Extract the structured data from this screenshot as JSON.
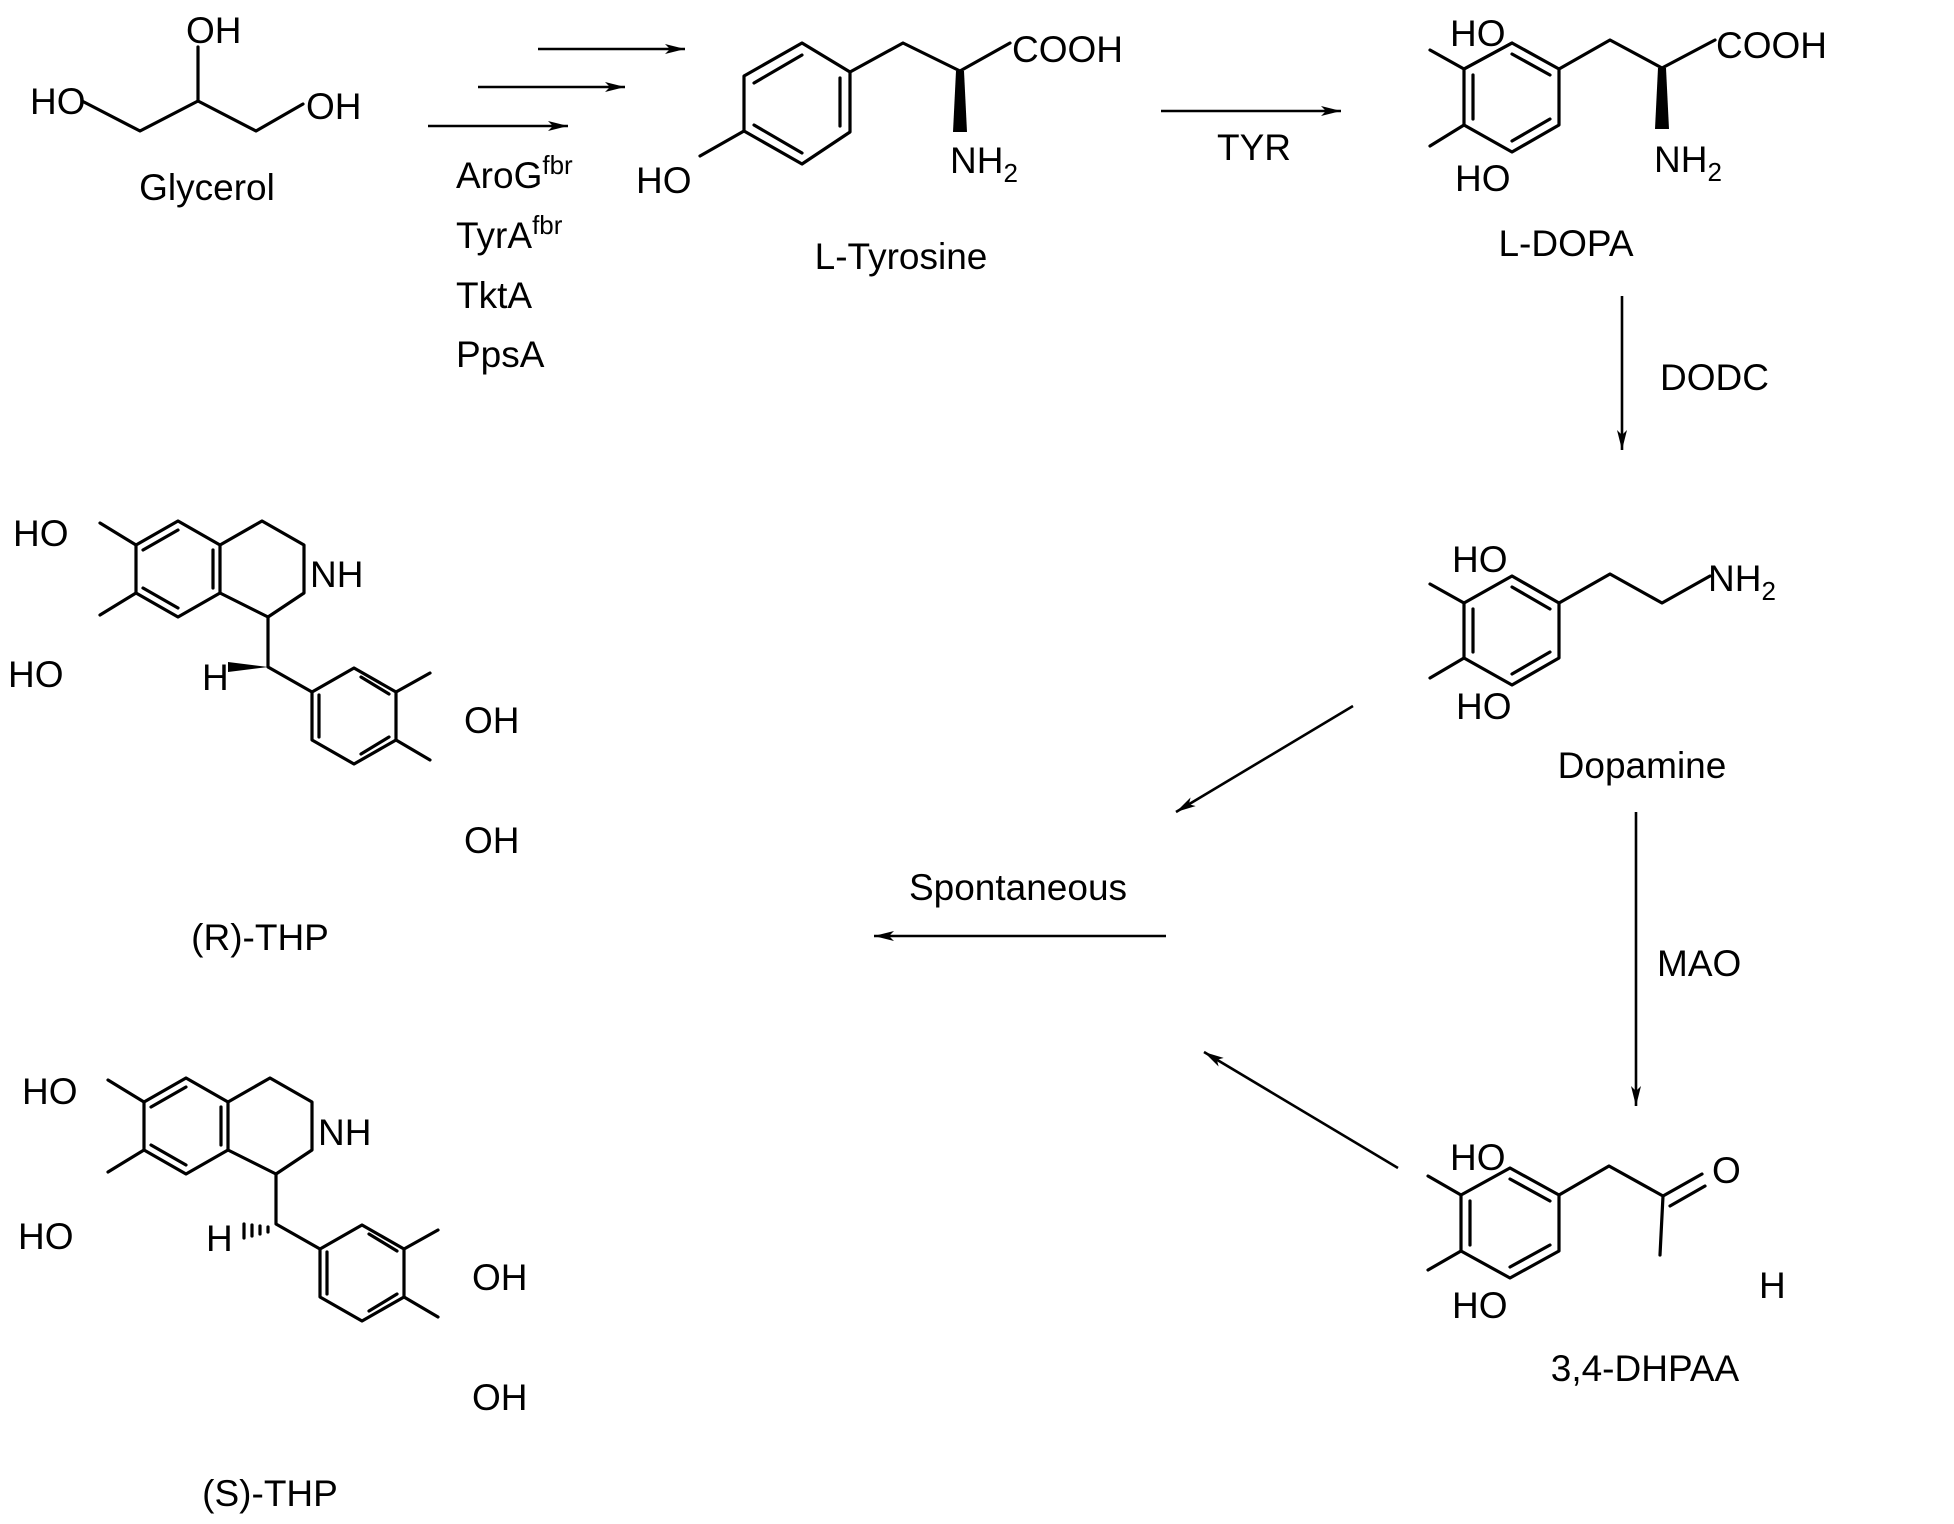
{
  "compounds": {
    "glycerol": {
      "name": "Glycerol",
      "oh_top": "OH",
      "oh_left": "HO",
      "oh_right": "OH"
    },
    "l_tyrosine": {
      "name": "L-Tyrosine",
      "cooh": "COOH",
      "nh": "NH",
      "nh_sub": "2",
      "ho": "HO"
    },
    "l_dopa": {
      "name": "L-DOPA",
      "ho_top": "HO",
      "ho_bottom": "HO",
      "cooh": "COOH",
      "nh": "NH",
      "nh_sub": "2"
    },
    "dopamine": {
      "name": "Dopamine",
      "ho_top": "HO",
      "ho_bottom": "HO",
      "nh": "NH",
      "nh_sub": "2"
    },
    "dhpaa": {
      "name": "3,4-DHPAA",
      "ho_top": "HO",
      "ho_bottom": "HO",
      "o": "O",
      "h": "H"
    },
    "r_thp": {
      "name": "(R)-THP",
      "ho_top": "HO",
      "ho_bottom": "HO",
      "nh": "NH",
      "h": "H",
      "oh_top": "OH",
      "oh_bottom": "OH"
    },
    "s_thp": {
      "name": "(S)-THP",
      "ho_top": "HO",
      "ho_bottom": "HO",
      "nh": "NH",
      "h": "H",
      "oh_top": "OH",
      "oh_bottom": "OH"
    }
  },
  "enzymes": {
    "arog": {
      "text": "AroG",
      "sup": "fbr"
    },
    "tyra": {
      "text": "TyrA",
      "sup": "fbr"
    },
    "tkta": {
      "text": "TktA"
    },
    "ppsa": {
      "text": "PpsA"
    },
    "tyr": "TYR",
    "dodc": "DODC",
    "mao": "MAO",
    "spontaneous": "Spontaneous"
  }
}
